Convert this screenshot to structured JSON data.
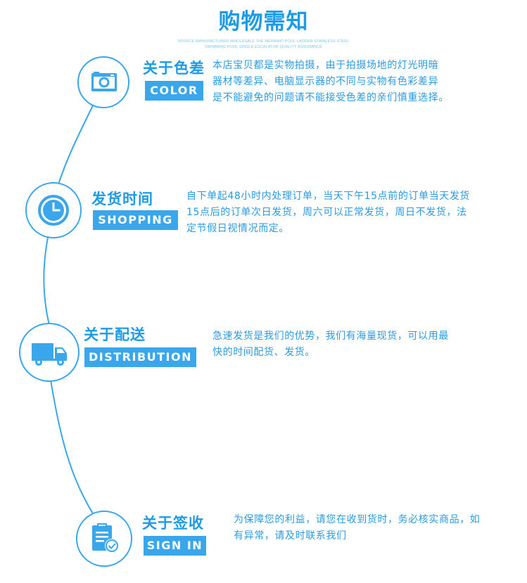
{
  "header": {
    "title": "购物需知",
    "subtitle_line1": "SOURCE MANUFACTURER WHOLESALE THE MERMAID POOL LADDER STAINLESS STEEL",
    "subtitle_line2": "SWIMMING POOL SINGLE ESCALATOR QUALITY ASSURANCE"
  },
  "colors": {
    "accent": "#1d9be8",
    "badge": "#3aa7ec",
    "text": "#2a9be3"
  },
  "sections": [
    {
      "icon": "camera-icon",
      "title": "关于色差",
      "badge": "COLOR",
      "lines": [
        "本店宝贝都是实物拍摄，由于拍摄场地的灯光明暗",
        "器材等差异、电脑显示器的不同与实物有色彩差异",
        "是不能避免的问题请不能接受色差的亲们慎重选择。"
      ]
    },
    {
      "icon": "clock-icon",
      "title": "发货时间",
      "badge": "SHOPPING",
      "lines": [
        "自下单起48小时内处理订单，当天下午15点前的订单当天发货",
        "15点后的订单次日发货，周六可以正常发货，周日不发货，法",
        "定节假日视情况而定。"
      ]
    },
    {
      "icon": "truck-icon",
      "title": "关于配送",
      "badge": "DISTRIBUTION",
      "lines": [
        "急速发货是我们的优势，我们有海量现货，可以用最",
        "快的时间配货、发货。"
      ]
    },
    {
      "icon": "clipboard-check-icon",
      "title": "关于签收",
      "badge": "SIGN IN",
      "lines": [
        "为保障您的利益，请您在收到货时，务必核实商品，如",
        "有异常，请及时联系我们"
      ]
    }
  ]
}
